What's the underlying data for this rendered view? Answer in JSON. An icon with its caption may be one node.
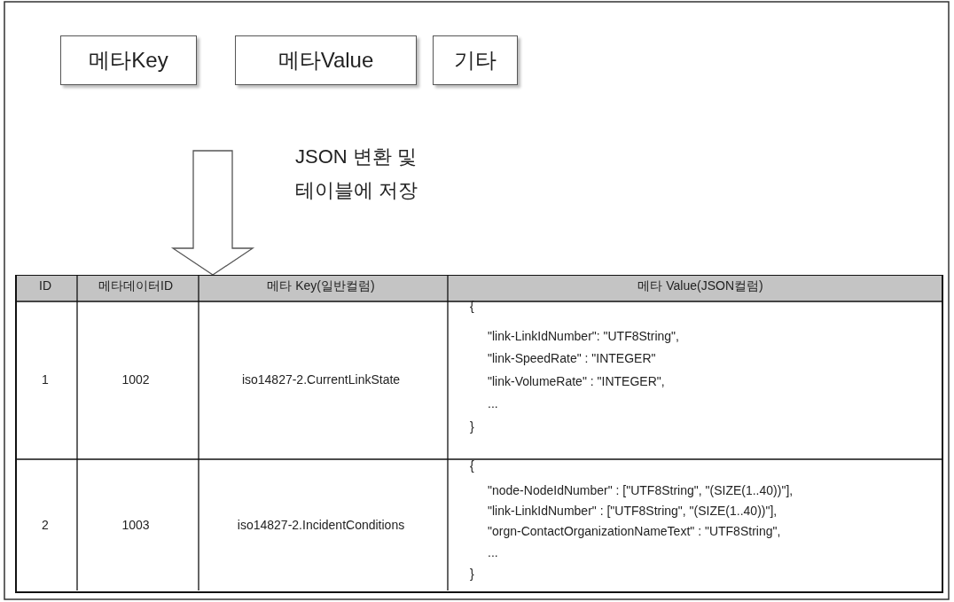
{
  "diagram": {
    "nodes": [
      {
        "text": [
          "메타Key"
        ]
      },
      {
        "text": [
          "메타Value"
        ]
      },
      {
        "text": [
          "기타"
        ]
      },
      {
        "text": [],
        "shape": "box"
      }
    ],
    "edges": [
      {
        "from": null,
        "to": 3,
        "arrow": "to",
        "label": "JSON 변환 및 테이블에 저장"
      }
    ],
    "labels": [
      "ID",
      "메타데이터ID",
      "메타 Key(일반컬럼)",
      "메타 Value(JSON컬럼)",
      "1",
      "1002",
      "iso14827-2.CurrentLinkState",
      "{",
      "\"link-LinkIdNumber\": \"UTF8String\",",
      "\"link-SpeedRate\" : \"INTEGER\"",
      "\"link-VolumeRate\" : \"INTEGER\",",
      "...",
      "}",
      "2",
      "1003",
      "iso14827-2.IncidentConditions",
      "{",
      "\"node-NodeIdNumber\" : [\"UTF8String\", \"(SIZE(1..40))\"],",
      "\"link-LinkIdNumber\" : [\"UTF8String\", \"(SIZE(1..40))\"],",
      "\"orgn-ContactOrganizationNameText\" : \"UTF8String\",",
      "...",
      "}"
    ]
  }
}
